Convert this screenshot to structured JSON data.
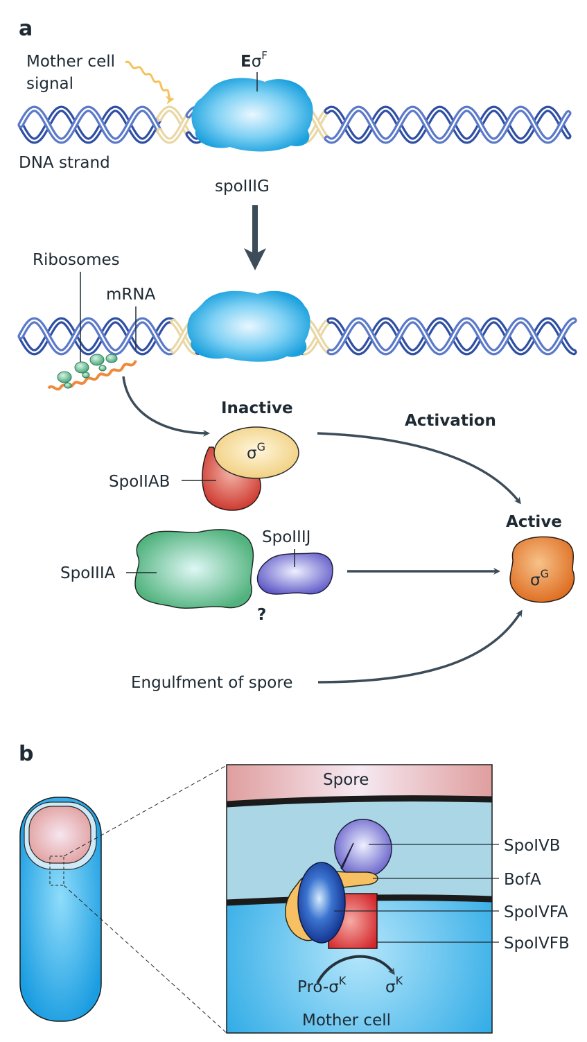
{
  "panel_a": {
    "letter": "a",
    "mother_cell_signal": [
      "Mother cell",
      "signal"
    ],
    "e_sigma_f": {
      "e": "E",
      "sigma": "σ",
      "sup": "F"
    },
    "dna_strand": "DNA strand",
    "gene": "spoIIIG",
    "ribosomes": "Ribosomes",
    "mrna": "mRNA",
    "inactive": "Inactive",
    "activation": "Activation",
    "active": "Active",
    "sigma_g": {
      "sigma": "σ",
      "sup": "G"
    },
    "spoiiab": "SpoIIAB",
    "spoiiia": "SpoIIIA",
    "spoiiij": "SpoIIIJ",
    "question": "?",
    "engulfment": "Engulfment of spore"
  },
  "panel_b": {
    "letter": "b",
    "spore": "Spore",
    "mother_cell": "Mother cell",
    "spoivb": "SpoIVB",
    "bofa": "BofA",
    "spoivfa": "SpoIVFA",
    "spoivfb": "SpoIVFB",
    "pro_sigma_k": {
      "pro": "Pro-",
      "sigma": "σ",
      "sup": "K"
    },
    "sigma_k": {
      "sigma": "σ",
      "sup": "K"
    }
  }
}
